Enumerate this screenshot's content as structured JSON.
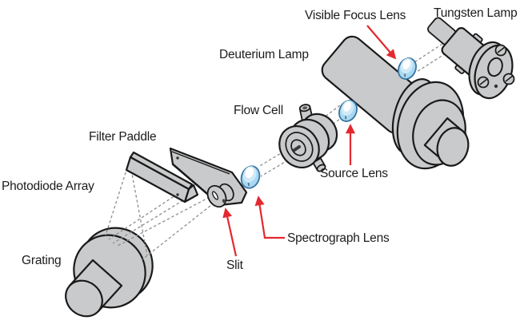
{
  "diagram": {
    "labels": {
      "visible_focus_lens": "Visible Focus Lens",
      "tungsten_lamp": "Tungsten Lamp",
      "deuterium_lamp": "Deuterium Lamp",
      "flow_cell": "Flow Cell",
      "source_lens": "Source Lens",
      "filter_paddle": "Filter Paddle",
      "photodiode_array": "Photodiode Array",
      "spectrograph_lens": "Spectrograph Lens",
      "slit": "Slit",
      "grating": "Grating"
    },
    "colors": {
      "component_gray": "#c9cacb",
      "outline_black": "#1a1a1a",
      "lens_blue": "#a8d8f2",
      "lens_highlight": "#ffffff",
      "arrow_red": "#e3292f",
      "beam_dash_gray": "#8e8e8e",
      "background": "#ffffff",
      "label_text": "#1c1c1c"
    }
  }
}
